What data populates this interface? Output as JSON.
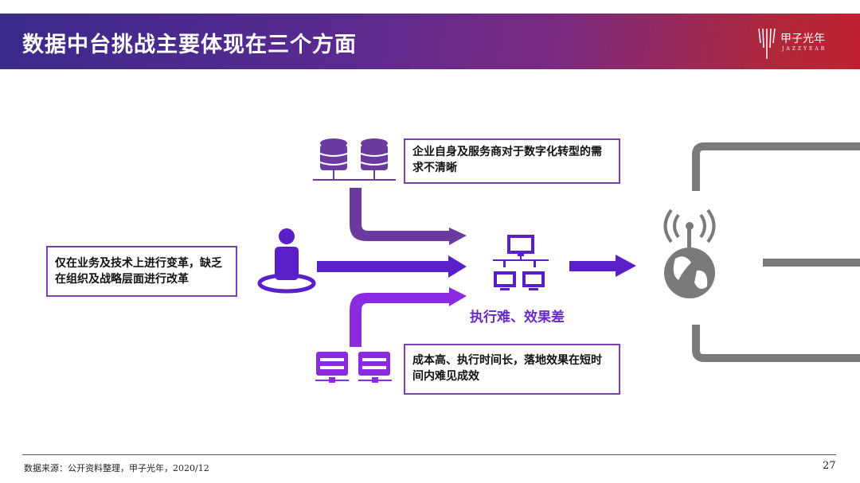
{
  "header": {
    "title": "数据中台挑战主要体现在三个方面",
    "logo_cn": "甲子光年",
    "logo_en": "JAZZYEAR"
  },
  "boxes": {
    "top": "企业自身及服务商对于数字化转型的需求不清晰",
    "left": "仅在业务及技术上进行变革，缺乏在组织及战略层面进行改革",
    "bottom": "成本高、执行时间长，落地效果在短时间内难见成效"
  },
  "center_label": "执行难、效果差",
  "footer": {
    "source": "数据来源：公开资料整理，甲子光年，2020/12",
    "page": "27"
  },
  "colors": {
    "top": "#6b3a9e",
    "middle": "#5a1fc8",
    "bottom": "#8a2be2",
    "gray": "#7a7a7a"
  }
}
